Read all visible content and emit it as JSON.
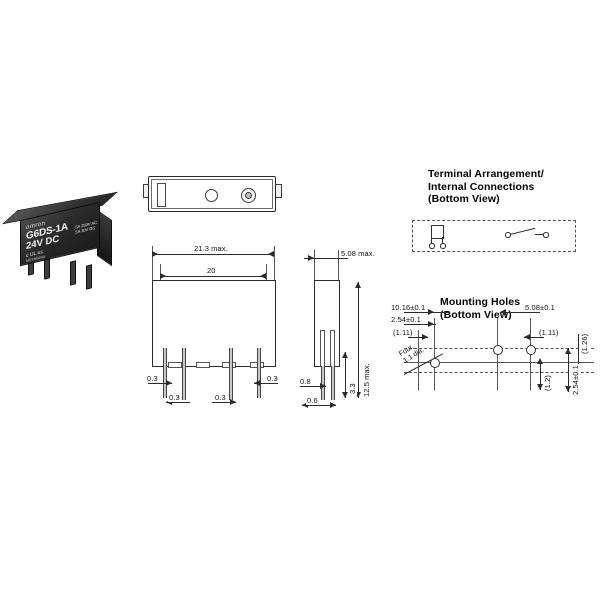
{
  "document": {
    "type": "relay-dimensional-drawing",
    "background": "#ffffff",
    "line_color": "#2b2b2b"
  },
  "product_photo": {
    "name": "relay-photo",
    "brand": "omron",
    "model": "G6DS-1A",
    "coil_voltage": "24V DC",
    "rating_line1": "5A 250V AC",
    "rating_line2": "5A 30V DC",
    "cert_mark": "c UL us",
    "code": "MEXNB04A"
  },
  "top_view": {
    "name": "top-view",
    "label": ""
  },
  "front_view": {
    "name": "front-view",
    "dim_overall": "21.3 max.",
    "dim_body": "20",
    "pin_dims": [
      "0.3",
      "0.3",
      "0.3",
      "0.3"
    ]
  },
  "side_view": {
    "name": "side-view",
    "dim_width": "5.08 max.",
    "dim_height": "12.5 max.",
    "dim_pin_len": "3.3",
    "dim_pin_a": "0.8",
    "dim_pin_b": "0.6"
  },
  "terminal_arrangement": {
    "name": "terminal-arrangement",
    "title": "Terminal Arrangement/\nInternal Connections\n(Bottom View)"
  },
  "mounting_holes": {
    "name": "mounting-holes",
    "title": "Mounting Holes\n(Bottom View)",
    "dim_left_top": "10.16±0.1",
    "dim_left_mid": "2.54±0.1",
    "dim_left_paren": "(1.11)",
    "dim_right_top": "5.08±0.1",
    "dim_right_paren": "(1.11)",
    "dim_right_vert": "(1.26)",
    "dim_bottom_paren": "(1.2)",
    "dim_bottom_vert": "2.54±0.1",
    "hole_note": "Four,\n1.1 dia."
  }
}
